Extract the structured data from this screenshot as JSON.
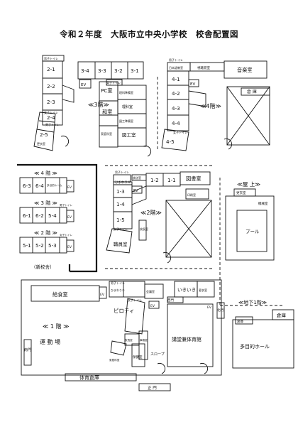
{
  "title": "令和２年度　大阪市立中央小学校　校舎配置図",
  "floor3_main": {
    "floor": "≪3階≫",
    "classrooms_left": [
      "2-1",
      "2-2",
      "2-3",
      "2-4"
    ],
    "classrooms_top": [
      "3-4",
      "3-3",
      "3-2",
      "3-1"
    ],
    "classroom_bottom": "2-5",
    "rooms": [
      "PC室",
      "和室",
      "理科室",
      "図工室"
    ],
    "small_rooms": [
      "理科準備室",
      "図工準備室",
      "家庭科室",
      "更衣室"
    ],
    "toilet_labels": [
      "男子トイレ",
      "女子トイレ",
      "男子トイレ",
      "女子トイレ"
    ],
    "ev": "EV"
  },
  "floor4_main": {
    "floor": "≪4階≫",
    "classrooms": [
      "4-1",
      "4-2",
      "4-3",
      "4-4",
      "4-5"
    ],
    "rooms": [
      "音楽室",
      "倉 庫"
    ],
    "small_rooms": [
      "日本語教室",
      "視聴覚室"
    ],
    "toilet_labels": [
      "男子トイレ",
      "女子トイレ"
    ],
    "ev": "EV"
  },
  "new_building": {
    "caption": "（新校舎）",
    "floors": [
      {
        "label": "≪ 4 階 ≫",
        "rooms": [
          "6-3",
          "6-4",
          "多目的ルーム",
          "EV"
        ]
      },
      {
        "label": "≪ 3 階 ≫",
        "rooms": [
          "6-1",
          "6-2",
          "5-4",
          "EV"
        ]
      },
      {
        "label": "≪ 2 階 ≫",
        "rooms": [
          "5-1",
          "5-2",
          "5-3",
          "EV"
        ]
      }
    ],
    "small_labels": [
      "男子トイレ",
      "女子トイレ"
    ]
  },
  "floor2_main": {
    "floor": "≪2階≫",
    "classrooms": [
      "1-2",
      "1-1",
      "1-3",
      "1-4",
      "1-5"
    ],
    "rooms": [
      "図書室",
      "職員室",
      "校長室"
    ],
    "small_rooms": [
      "ひまわり②",
      "放送室",
      "印刷室"
    ],
    "toilet_labels": [
      "男子トイレ",
      "女子トイレ"
    ],
    "ev": "EV"
  },
  "rooftop": {
    "label": "≪屋 上≫",
    "rooms": [
      "更衣室",
      "機械室",
      "プール"
    ]
  },
  "floor1": {
    "floor": "≪ 1 階 ≫",
    "yard": "運 動 場",
    "rooms": [
      "給食室",
      "ピロティ",
      "いきいき",
      "講堂兼体育館",
      "体育倉庫",
      "保健室"
    ],
    "small_rooms": [
      "ひまわり①",
      "会議室",
      "更衣室",
      "事務室",
      "校長室",
      "家庭科室"
    ],
    "toilet_labels": [
      "男子トイレ",
      "女子トイレ"
    ],
    "gates": [
      "南門",
      "正 門",
      "西門",
      "北門"
    ],
    "slope": "スロープ",
    "ev": [
      "EV",
      "EV",
      "EV"
    ]
  },
  "basement": {
    "label": "≪地下1階≫",
    "rooms": [
      "倉庫",
      "倉庫",
      "多目的ホール"
    ]
  }
}
